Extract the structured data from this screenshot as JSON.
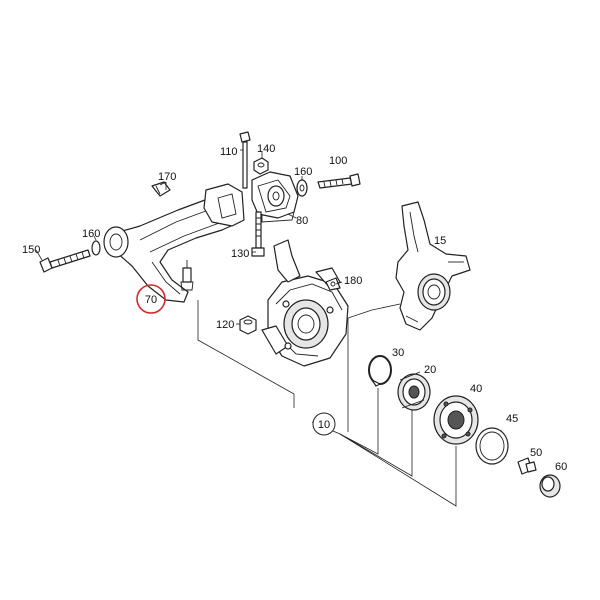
{
  "callouts": {
    "c10": "10",
    "c15": "15",
    "c20": "20",
    "c30": "30",
    "c40": "40",
    "c45": "45",
    "c50": "50",
    "c60": "60",
    "c70": "70",
    "c80": "80",
    "c100": "100",
    "c110": "110",
    "c120": "120",
    "c130": "130",
    "c140": "140",
    "c150": "150",
    "c160a": "160",
    "c160b": "160",
    "c170": "170",
    "c180": "180"
  },
  "highlight": {
    "callout": "70",
    "color": "#d62828"
  },
  "colors": {
    "line": "#222222",
    "fill": "#ffffff",
    "shade": "#e6e6e6"
  }
}
